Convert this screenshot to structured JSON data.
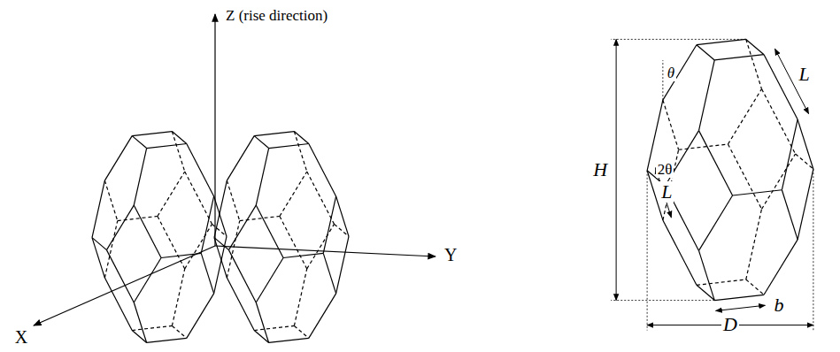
{
  "diagram": {
    "labels": [
      "Z (rise direction)",
      "Y",
      "X",
      "H",
      "L",
      "θ",
      "2θ",
      "L",
      "b",
      "D"
    ]
  }
}
